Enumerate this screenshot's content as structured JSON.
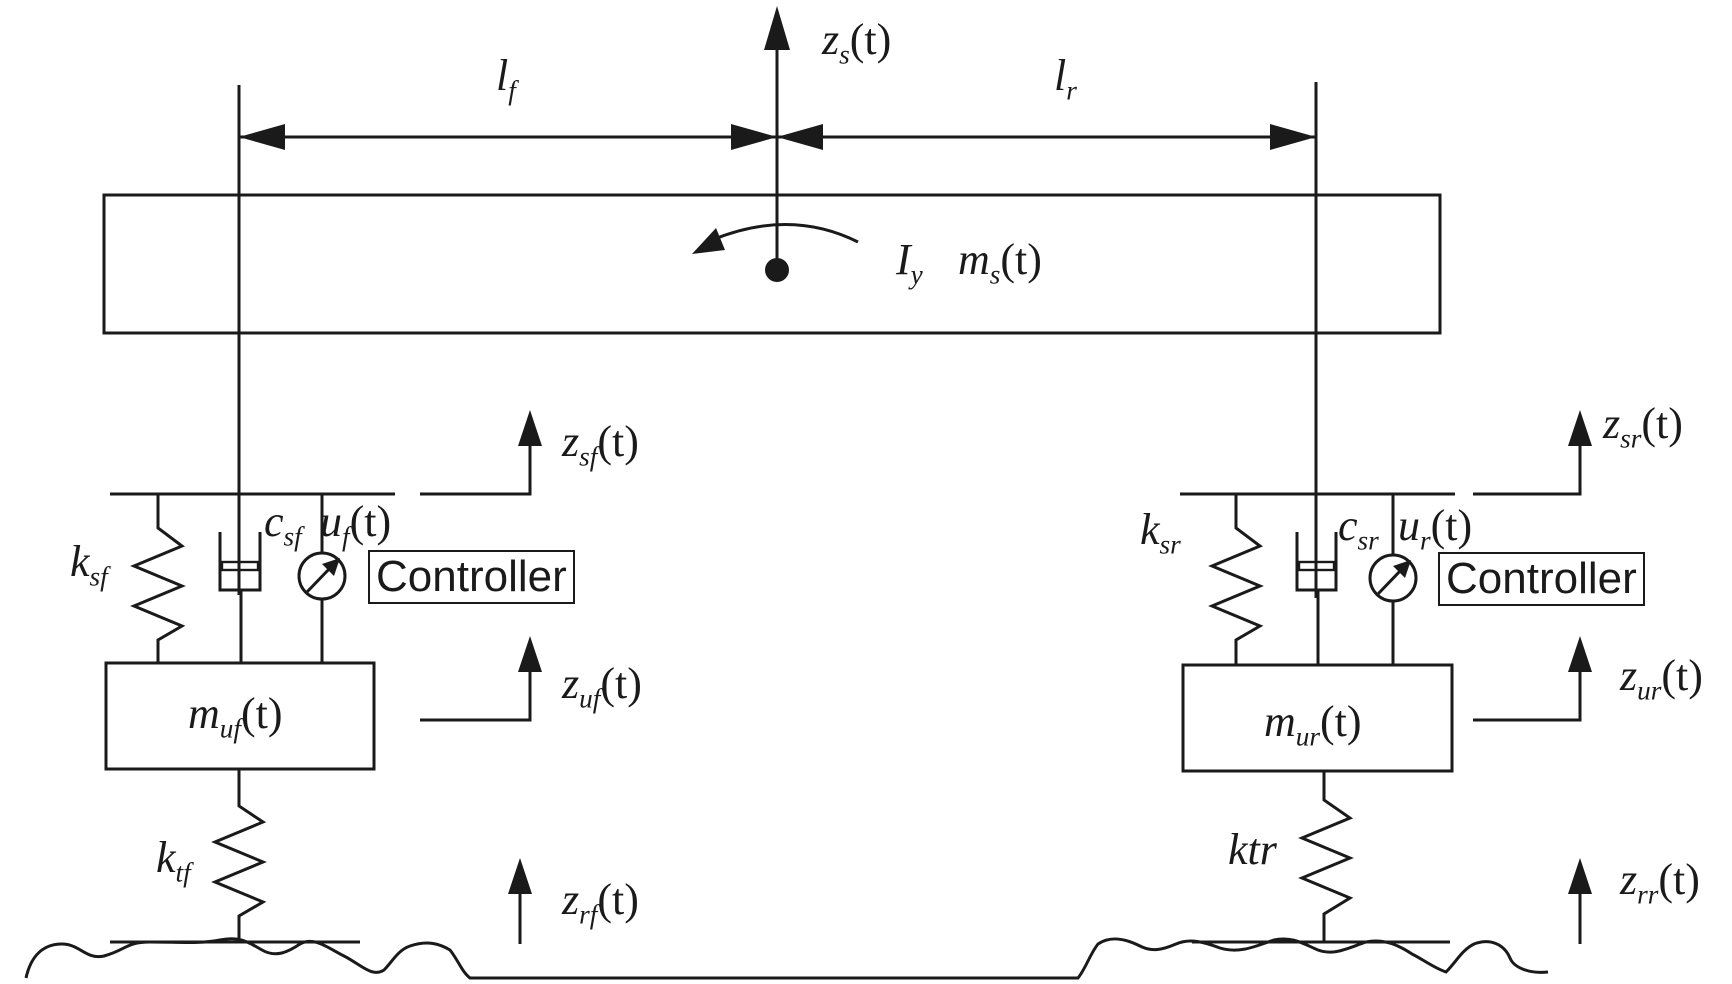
{
  "labels": {
    "zs": {
      "sym": "z",
      "sub": "s",
      "arg": "(t)"
    },
    "lf": {
      "sym": "l",
      "sub": "f"
    },
    "lr": {
      "sym": "l",
      "sub": "r"
    },
    "Iy": {
      "sym": "I",
      "sub": "y"
    },
    "ms": {
      "sym": "m",
      "sub": "s",
      "arg": "(t)"
    },
    "zsf": {
      "sym": "z",
      "sub": "sf",
      "arg": "(t)"
    },
    "zsr": {
      "sym": "z",
      "sub": "sr",
      "arg": "(t)"
    },
    "ksf": {
      "sym": "k",
      "sub": "sf"
    },
    "csf": {
      "sym": "c",
      "sub": "sf"
    },
    "uf": {
      "sym": "u",
      "sub": "f",
      "arg": "(t)"
    },
    "ksr": {
      "sym": "k",
      "sub": "sr"
    },
    "csr": {
      "sym": "c",
      "sub": "sr"
    },
    "ur": {
      "sym": "u",
      "sub": "r",
      "arg": "(t)"
    },
    "muf": {
      "sym": "m",
      "sub": "uf",
      "arg": "(t)"
    },
    "mur": {
      "sym": "m",
      "sub": "ur",
      "arg": "(t)"
    },
    "zuf": {
      "sym": "z",
      "sub": "uf",
      "arg": "(t)"
    },
    "zur": {
      "sym": "z",
      "sub": "ur",
      "arg": "(t)"
    },
    "ktf": {
      "sym": "k",
      "sub": "tf"
    },
    "ktr": {
      "sym": "ktr"
    },
    "zrf": {
      "sym": "z",
      "sub": "rf",
      "arg": "(t)"
    },
    "zrr": {
      "sym": "z",
      "sub": "rr",
      "arg": "(t)"
    }
  },
  "controller_front": "Controller",
  "controller_rear": "Controller"
}
